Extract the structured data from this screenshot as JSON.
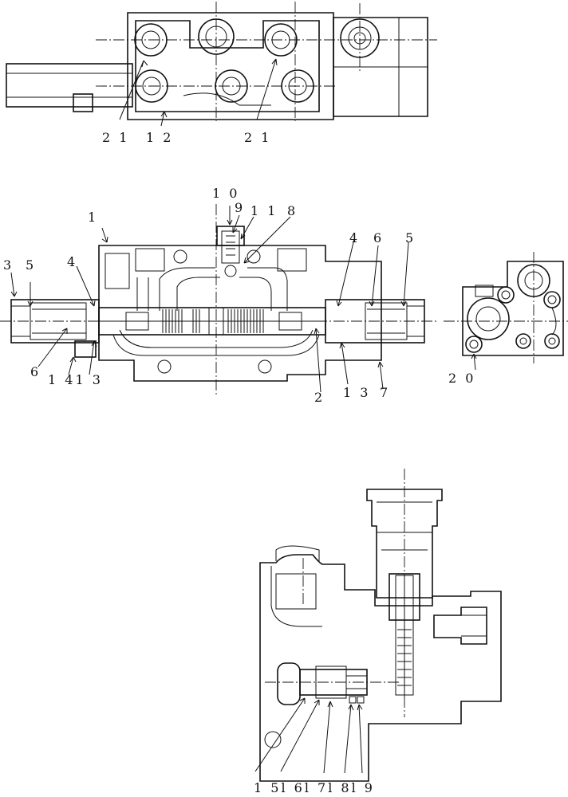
{
  "labels": {
    "top": {
      "l21a": "2 1",
      "l12": "1 2",
      "l21b": "2 1"
    },
    "middle": {
      "l10": "1 0",
      "l9": "9",
      "l11": "1 1",
      "l8": "8",
      "l1": "1",
      "l3a": "3",
      "l5a": "5",
      "l4a": "4",
      "l4b": "4",
      "l6b": "6",
      "l5b": "5",
      "l6a": "6",
      "l14_13": "1 41 3",
      "l2": "2",
      "l13": "1 3",
      "l7": "7",
      "l20": "2 0"
    },
    "bottom": {
      "l15_19": "1 5l 6l 7l 8l 9"
    }
  }
}
